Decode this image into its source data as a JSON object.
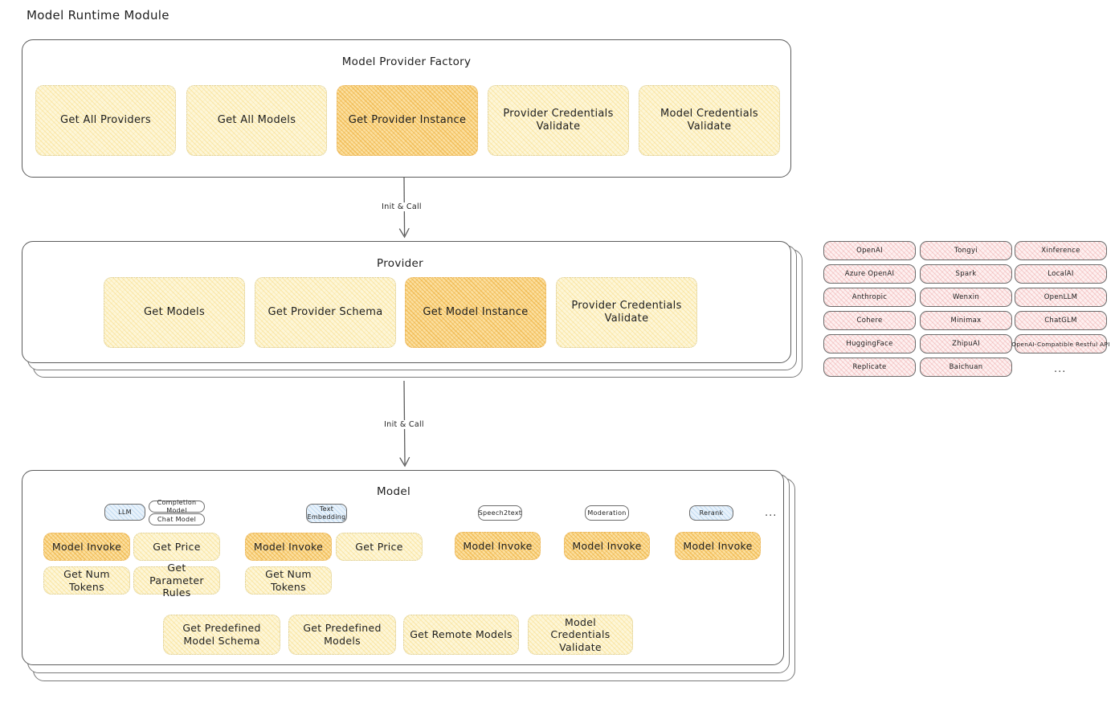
{
  "page": {
    "title": "Model Runtime Module",
    "background_color": "#ffffff",
    "accent_yellow": "#fdf6d8",
    "accent_orange": "#fbdf9f",
    "accent_pink": "#fdf0f0",
    "accent_blue": "#e8f2fb",
    "stroke_color": "#1e1e1e"
  },
  "factory": {
    "title": "Model Provider Factory",
    "boxes": [
      {
        "label": "Get All Providers",
        "highlighted": false
      },
      {
        "label": "Get All Models",
        "highlighted": false
      },
      {
        "label": "Get Provider Instance",
        "highlighted": true
      },
      {
        "label": "Provider Credentials Validate",
        "highlighted": false
      },
      {
        "label": "Model Credentials Validate",
        "highlighted": false
      }
    ]
  },
  "arrows": [
    {
      "label": "Init & Call",
      "from": "Model Provider Factory",
      "to": "Provider"
    },
    {
      "label": "Init & Call",
      "from": "Provider",
      "to": "Model"
    }
  ],
  "provider": {
    "title": "Provider",
    "stack_layers": 3,
    "boxes": [
      {
        "label": "Get Models",
        "highlighted": false
      },
      {
        "label": "Get Provider Schema",
        "highlighted": false
      },
      {
        "label": "Get Model Instance",
        "highlighted": true
      },
      {
        "label": "Provider Credentials Validate",
        "highlighted": false
      }
    ]
  },
  "provider_list": {
    "columns": [
      [
        "OpenAI",
        "Azure OpenAI",
        "Anthropic",
        "Cohere",
        "HuggingFace",
        "Replicate"
      ],
      [
        "Tongyi",
        "Spark",
        "Wenxin",
        "Minimax",
        "ZhipuAI",
        "Baichuan"
      ],
      [
        "Xinference",
        "LocalAI",
        "OpenLLM",
        "ChatGLM",
        "OpenAI-Compatible Restful API"
      ]
    ],
    "more_indicator": "..."
  },
  "model": {
    "title": "Model",
    "stack_layers": 3,
    "more_indicator": "...",
    "types": [
      {
        "name": "LLM",
        "sub_badges": [
          "Completion Model",
          "Chat Model"
        ],
        "boxes": [
          {
            "label": "Model Invoke",
            "highlighted": true
          },
          {
            "label": "Get Price",
            "highlighted": false
          },
          {
            "label": "Get Num Tokens",
            "highlighted": false
          },
          {
            "label": "Get Parameter Rules",
            "highlighted": false
          }
        ]
      },
      {
        "name": "Text Embedding",
        "sub_badges": [],
        "boxes": [
          {
            "label": "Model Invoke",
            "highlighted": true
          },
          {
            "label": "Get Price",
            "highlighted": false
          },
          {
            "label": "Get Num Tokens",
            "highlighted": false
          }
        ]
      },
      {
        "name": "Speech2text",
        "sub_badges": [],
        "boxes": [
          {
            "label": "Model Invoke",
            "highlighted": true
          }
        ]
      },
      {
        "name": "Moderation",
        "sub_badges": [],
        "boxes": [
          {
            "label": "Model Invoke",
            "highlighted": true
          }
        ]
      },
      {
        "name": "Rerank",
        "sub_badges": [],
        "boxes": [
          {
            "label": "Model Invoke",
            "highlighted": true
          }
        ]
      }
    ],
    "shared_boxes": [
      {
        "label": "Get Predefined Model Schema"
      },
      {
        "label": "Get Predefined Models"
      },
      {
        "label": "Get Remote Models"
      },
      {
        "label": "Model Credentials Validate"
      }
    ]
  }
}
